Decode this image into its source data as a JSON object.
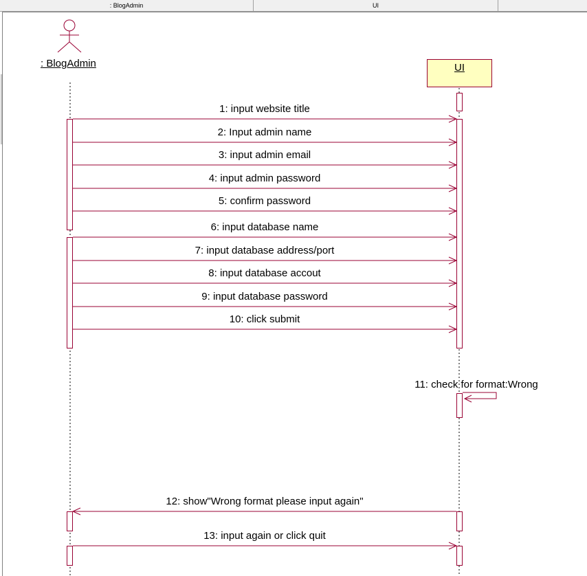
{
  "header": {
    "columns": [
      ": BlogAdmin",
      "UI",
      ""
    ]
  },
  "lifelines": {
    "actor": {
      "name": ": BlogAdmin"
    },
    "object": {
      "name": "UI"
    }
  },
  "messages": [
    {
      "label": "1: input website title",
      "direction": "actor-to-ui"
    },
    {
      "label": "2: Input admin name",
      "direction": "actor-to-ui"
    },
    {
      "label": "3: input admin email",
      "direction": "actor-to-ui"
    },
    {
      "label": "4: input admin password",
      "direction": "actor-to-ui"
    },
    {
      "label": "5: confirm password",
      "direction": "actor-to-ui"
    },
    {
      "label": "6: input database name",
      "direction": "actor-to-ui"
    },
    {
      "label": "7: input database address/port",
      "direction": "actor-to-ui"
    },
    {
      "label": "8: input database accout",
      "direction": "actor-to-ui"
    },
    {
      "label": "9: input database password",
      "direction": "actor-to-ui"
    },
    {
      "label": "10: click submit",
      "direction": "actor-to-ui"
    },
    {
      "label": "11: check for format:Wrong",
      "direction": "self"
    },
    {
      "label": "12: show\"Wrong format please input again\"",
      "direction": "ui-to-actor"
    },
    {
      "label": "13: input again or click quit",
      "direction": "actor-to-ui"
    }
  ],
  "colors": {
    "line": "#990033",
    "object_fill": "#ffffc0",
    "header_bg": "#f0f0f0"
  }
}
